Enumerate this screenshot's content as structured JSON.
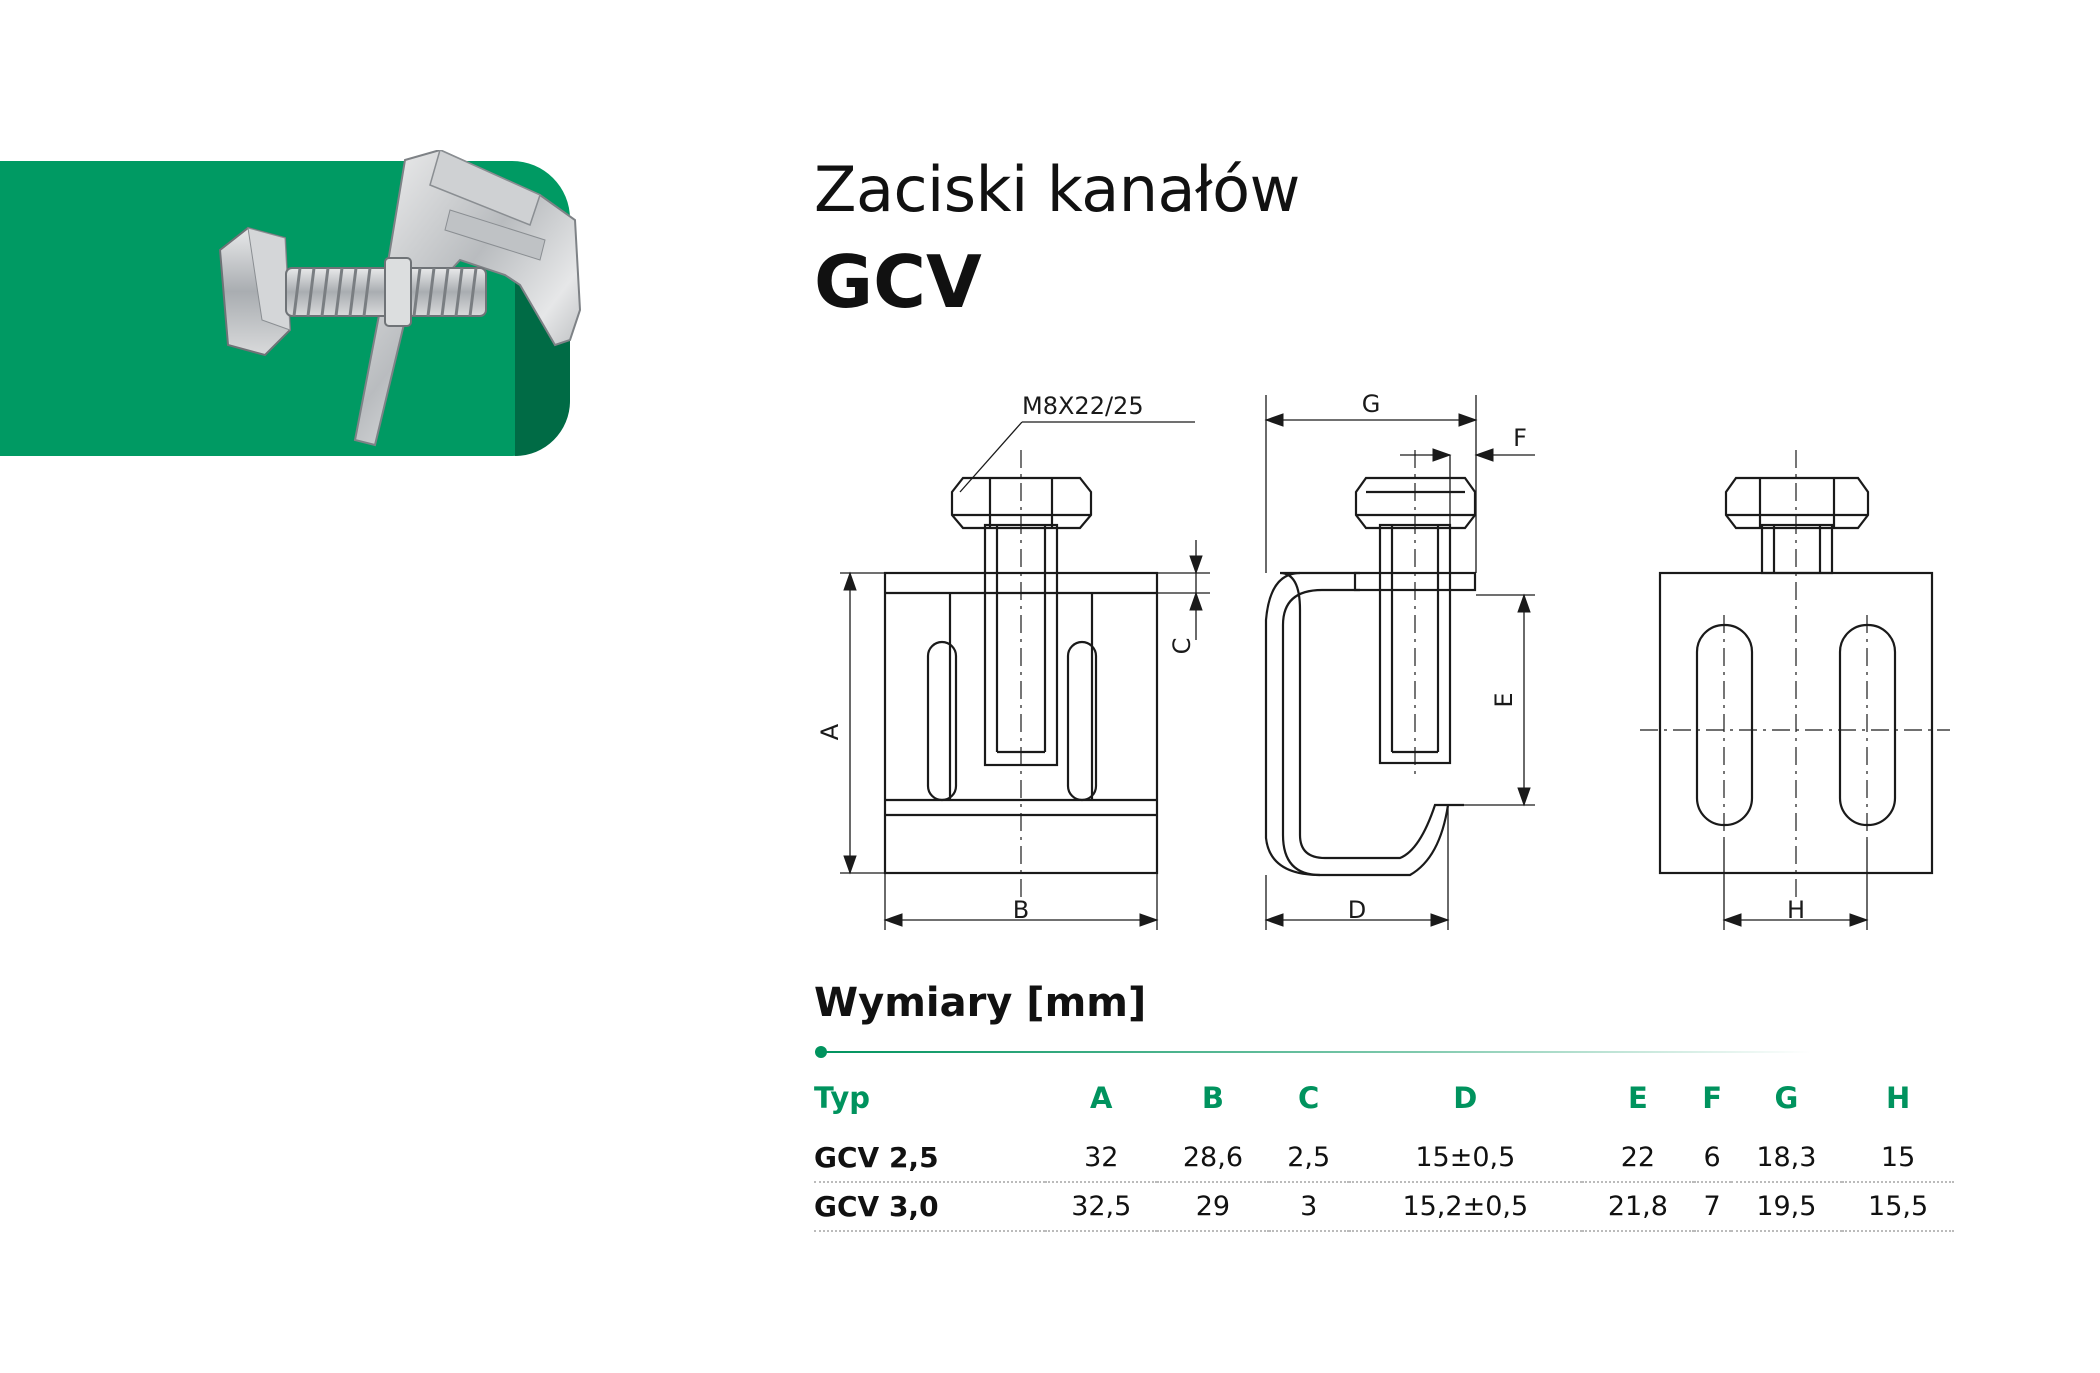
{
  "header": {
    "title": "Zaciski kanałów",
    "model": "GCV"
  },
  "drawing_labels": {
    "bolt": "M8X22/25",
    "A": "A",
    "B": "B",
    "C": "C",
    "D": "D",
    "E": "E",
    "F": "F",
    "G": "G",
    "H": "H"
  },
  "dimensions": {
    "heading": "Wymiary [mm]",
    "columns": [
      "Typ",
      "A",
      "B",
      "C",
      "D",
      "E",
      "F",
      "G",
      "H"
    ],
    "rows": [
      [
        "GCV 2,5",
        "32",
        "28,6",
        "2,5",
        "15±0,5",
        "22",
        "6",
        "18,3",
        "15"
      ],
      [
        "GCV 3,0",
        "32,5",
        "29",
        "3",
        "15,2±0,5",
        "21,8",
        "7",
        "19,5",
        "15,5"
      ]
    ]
  },
  "colors": {
    "brand_green": "#009a63",
    "brand_green_dark": "#006b45",
    "header_green": "#00935e"
  },
  "icons": [
    "clamp-photo"
  ]
}
